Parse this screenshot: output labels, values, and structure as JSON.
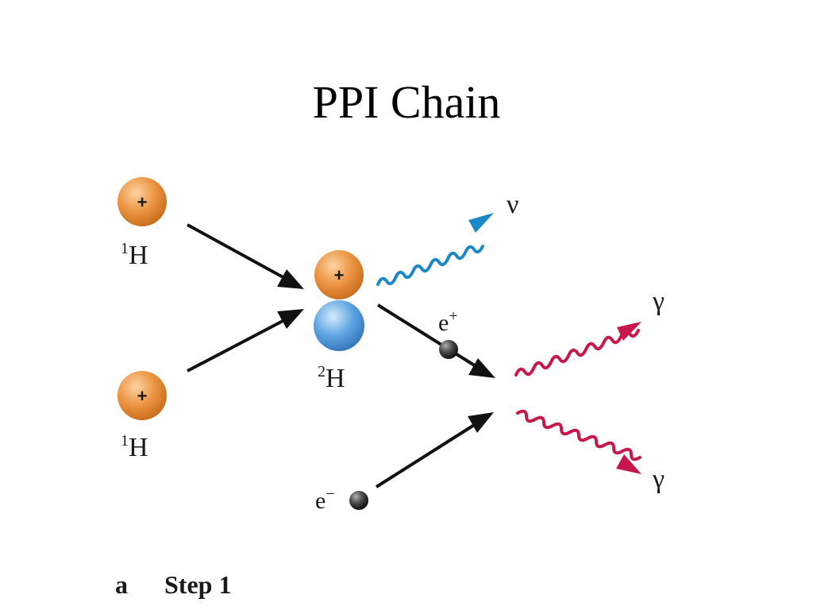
{
  "title": "PPI Chain",
  "particles": {
    "proton_symbol": "+",
    "hydrogen_left_top": {
      "mass_number": "1",
      "element": "H"
    },
    "hydrogen_left_bottom": {
      "mass_number": "1",
      "element": "H"
    },
    "deuterium": {
      "mass_number": "2",
      "element": "H"
    },
    "positron": {
      "symbol": "e",
      "charge": "+"
    },
    "electron": {
      "symbol": "e",
      "charge": "−"
    },
    "neutrino": "ν",
    "gamma_top": "γ",
    "gamma_bottom": "γ"
  },
  "caption": {
    "letter": "a",
    "text": "Step 1"
  },
  "colors": {
    "proton": "#e8913a",
    "neutron": "#5aa2e0",
    "lepton": "#3a3a3a",
    "neutrino_wave": "#1c88c8",
    "gamma_wave": "#c8174a",
    "arrow": "#111111"
  }
}
